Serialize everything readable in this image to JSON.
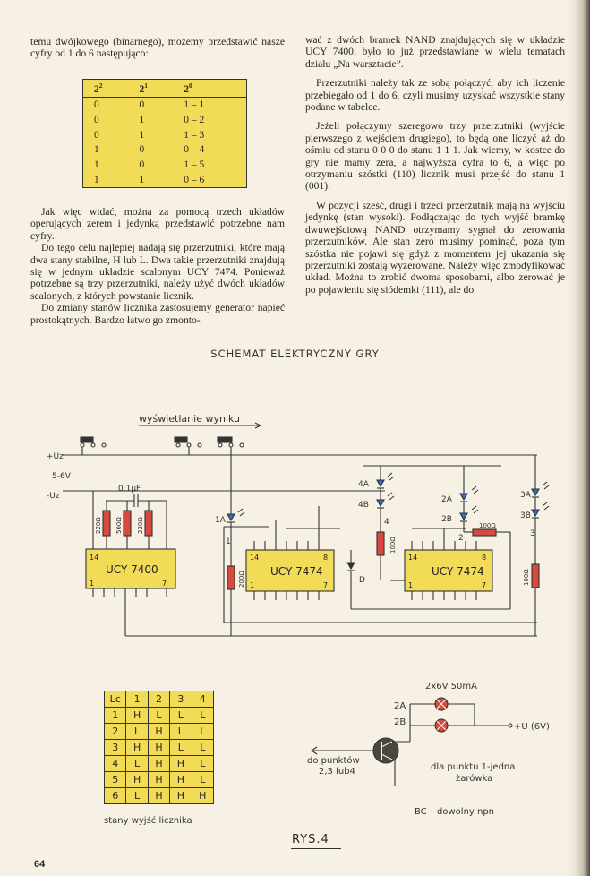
{
  "left_intro": "temu dwójkowego (binarnego), możemy przedstawić nasze cyfry od 1 do 6 następująco:",
  "binary_table": {
    "headers": [
      "2",
      "2",
      "2"
    ],
    "exponents": [
      "2",
      "1",
      "0"
    ],
    "rows": [
      [
        "0",
        "0",
        "1 – 1"
      ],
      [
        "0",
        "1",
        "0 – 2"
      ],
      [
        "0",
        "1",
        "1 – 3"
      ],
      [
        "1",
        "0",
        "0 – 4"
      ],
      [
        "1",
        "0",
        "1 – 5"
      ],
      [
        "1",
        "1",
        "0 – 6"
      ]
    ]
  },
  "left_paragraphs": [
    "Jak więc widać, można za pomocą trzech układów operujących zerem i jedynką przedstawić potrzebne nam cyfry.",
    "Do tego celu najlepiej nadają się przerzutniki, które mają dwa stany stabilne, H lub L. Dwa takie przerzutniki znajdują się w jednym układzie scalonym UCY 7474. Ponieważ potrzebne są trzy przerzutniki, należy użyć dwóch układów scalonych, z których powstanie licznik.",
    "Do zmiany stanów licznika zastosujemy generator napięć prostokątnych. Bardzo łatwo go zmonto-"
  ],
  "right_paragraphs": [
    "wać z dwóch bramek NAND znajdujących się w układzie UCY 7400, było to już przedstawiane w wielu tematach działu „Na warsztacie”.",
    "Przerzutniki należy tak ze sobą połączyć, aby ich liczenie przebiegało od 1 do 6, czyli musimy uzyskać wszystkie stany podane w tabelce.",
    "Jeżeli połączymy szeregowo trzy przerzutniki (wyjście pierwszego z wejściem drugiego), to będą one liczyć aż do ośmiu od stanu 0 0 0 do stanu 1 1 1. Jak wiemy, w kostce do gry nie mamy zera, a najwyższa cyfra to 6, a więc po otrzymaniu szóstki (110) licznik musi przejść do stanu 1 (001).",
    "W pozycji sześć, drugi i trzeci przerzutnik mają na wyjściu jedynkę (stan wysoki). Podłączając do tych wyjść bramkę dwuwejściową NAND otrzymamy sygnał do zerowania przerzutników. Ale stan zero musimy pominąć, poza tym szóstka nie pojawi się gdyż z momentem jej ukazania się przerzutniki zostają wyzerowane. Należy więc zmodyfikować układ. Można to zrobić dwoma sposobami, albo zerować je po pojawieniu się siódemki (111), ale do"
  ],
  "schematic_title": "SCHEMAT ELEKTRYCZNY GRY",
  "schematic": {
    "display_label": "wyświetlanie wyniku",
    "supply_plus": "+Uz",
    "supply_voltage": "5-6V",
    "supply_minus": "-Uz",
    "capacitor": "0,1µF",
    "resistors_7400": [
      "220Ω",
      "560Ω",
      "220Ω"
    ],
    "ic1": "UCY 7400",
    "ic2": "UCY 7474",
    "ic3": "UCY 7474",
    "pin_labels": [
      "14",
      "8",
      "1",
      "7"
    ],
    "led_1a": "1A",
    "led_4a": "4A",
    "led_4b": "4B",
    "led_2a": "2A",
    "led_2b": "2B",
    "led_3a": "3A",
    "led_3b": "3B",
    "node_1": "1",
    "node_2": "2",
    "node_3": "3",
    "node_4": "4",
    "res_200": "200Ω",
    "res_100a": "100Ω",
    "res_100b": "100Ω",
    "res_100c": "100Ω",
    "diode_d": "D"
  },
  "state_table": {
    "header": [
      "Lc",
      "1",
      "2",
      "3",
      "4"
    ],
    "rows": [
      [
        "1",
        "H",
        "L",
        "L",
        "L"
      ],
      [
        "2",
        "L",
        "H",
        "L",
        "L"
      ],
      [
        "3",
        "H",
        "H",
        "L",
        "L"
      ],
      [
        "4",
        "L",
        "H",
        "H",
        "L"
      ],
      [
        "5",
        "H",
        "H",
        "H",
        "L"
      ],
      [
        "6",
        "L",
        "H",
        "H",
        "H"
      ]
    ],
    "caption": "stany wyjść licznika"
  },
  "transistor_circuit": {
    "bulbs": "2x6V 50mA",
    "in_2a": "2A",
    "in_2b": "2B",
    "supply": "+U (6V)",
    "to_points": "do punktów",
    "points": "2,3 lub4",
    "for_point_1": "dla punktu 1-jedna",
    "bulb": "żarówka",
    "bc": "BC – dowolny npn"
  },
  "figure_label": "RYS.4",
  "page_number": "64"
}
